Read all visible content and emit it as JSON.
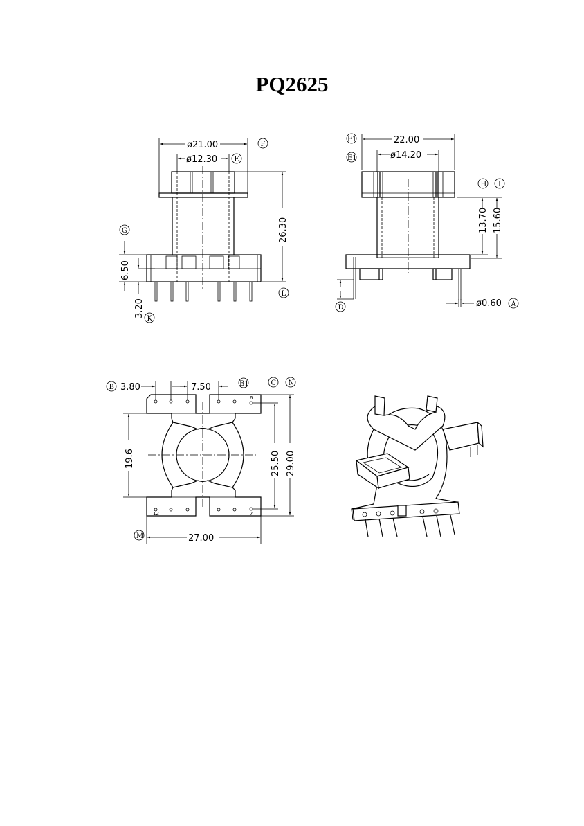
{
  "title": "PQ2625",
  "front_view": {
    "dims": {
      "top_outer": "ø21.00",
      "top_inner": "ø12.30",
      "height": "26.30",
      "base": "6.50",
      "pin": "3.20"
    },
    "labels": {
      "f": "F",
      "e": "E",
      "g": "G",
      "l": "L",
      "k": "K"
    }
  },
  "side_view": {
    "dims": {
      "width": "22.00",
      "inner": "ø14.20",
      "h1": "13.70",
      "h2": "15.60",
      "pin_dia": "ø0.60"
    },
    "labels": {
      "f1": "F1",
      "e1": "E1",
      "h": "H",
      "i": "I",
      "d": "D",
      "a": "A"
    }
  },
  "bottom_view": {
    "dims": {
      "pitch": "3.80",
      "gap": "7.50",
      "core": "19.6",
      "pin_span": "25.50",
      "depth": "29.00",
      "width": "27.00"
    },
    "labels": {
      "b": "B",
      "b1": "B1",
      "c": "C",
      "n": "N",
      "m": "M"
    },
    "pin_numbers": {
      "first": "6",
      "seventh": "7",
      "last": "12"
    }
  }
}
